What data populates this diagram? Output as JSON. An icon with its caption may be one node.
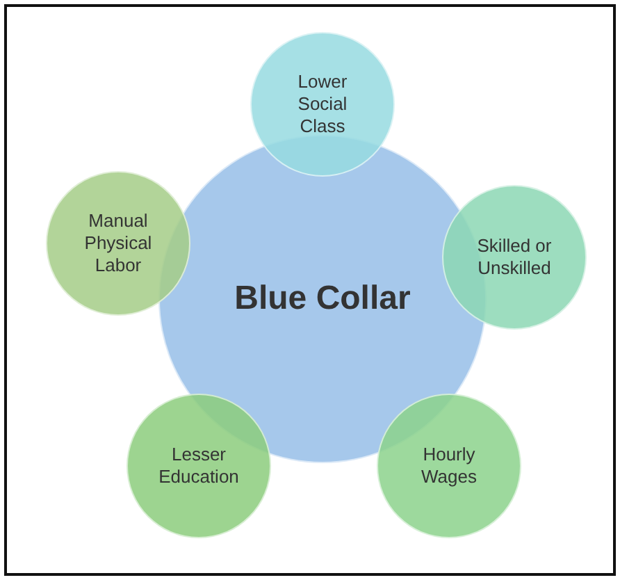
{
  "diagram": {
    "nodes": [
      {
        "text": [
          "Blue Collar"
        ]
      },
      {
        "text": [
          "Lower Social Class"
        ]
      },
      {
        "text": [
          "Skilled or Unskilled"
        ]
      },
      {
        "text": [
          "Hourly Wages"
        ]
      },
      {
        "text": [
          "Lesser Education"
        ]
      },
      {
        "text": [
          "Manual Physical Labor"
        ]
      }
    ],
    "edges": []
  }
}
